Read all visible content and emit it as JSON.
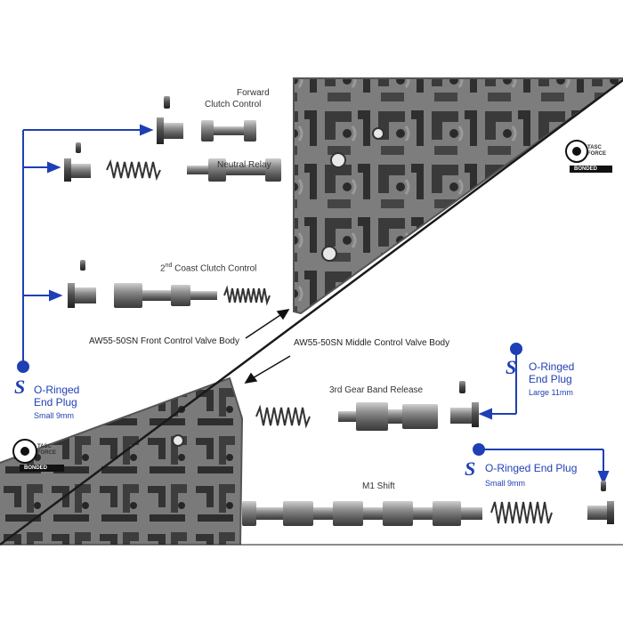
{
  "parts": {
    "forward_clutch": [
      "Forward",
      "Clutch Control"
    ],
    "neutral_relay": "Neutral Relay",
    "coast_clutch": {
      "prefix": "2",
      "sup": "nd",
      "rest": " Coast Clutch Control"
    },
    "third_gear": "3rd Gear Band Release",
    "m1_shift": "M1 Shift"
  },
  "bodies": {
    "front": "AW55-50SN Front Control Valve Body",
    "middle": "AW55-50SN Middle Control Valve Body"
  },
  "plugs": {
    "left": {
      "title1": "O-Ringed",
      "title2": "End Plug",
      "size": "Small 9mm"
    },
    "right_upper": {
      "title1": "O-Ringed",
      "title2": "End Plug",
      "size": "Large 11mm"
    },
    "right_lower": {
      "title": "O-Ringed End Plug",
      "size": "Small 9mm"
    }
  },
  "logo": {
    "line1": "TASC",
    "line2": "FORCE",
    "line3": "BONDED"
  },
  "colors": {
    "accent": "#1f3fb4",
    "metal": "#6f6f6f",
    "casting": "#8a8a8a"
  }
}
